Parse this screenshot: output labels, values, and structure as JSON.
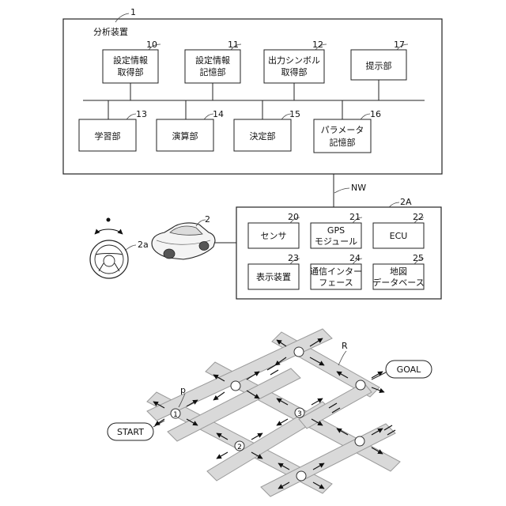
{
  "analysis_device": {
    "ref": "1",
    "title": "分析装置"
  },
  "units_top": [
    {
      "ref": "10",
      "lines": [
        "設定情報",
        "取得部"
      ]
    },
    {
      "ref": "11",
      "lines": [
        "設定情報",
        "記憶部"
      ]
    },
    {
      "ref": "12",
      "lines": [
        "出力シンボル",
        "取得部"
      ]
    },
    {
      "ref": "17",
      "lines": [
        "提示部"
      ]
    }
  ],
  "units_bottom": [
    {
      "ref": "13",
      "lines": [
        "学習部"
      ]
    },
    {
      "ref": "14",
      "lines": [
        "演算部"
      ]
    },
    {
      "ref": "15",
      "lines": [
        "決定部"
      ]
    },
    {
      "ref": "16",
      "lines": [
        "パラメータ",
        "記憶部"
      ]
    }
  ],
  "network": {
    "label": "NW"
  },
  "vehicle": {
    "ref": "2",
    "steering_ref": "2a",
    "onboard_ref": "2A"
  },
  "vehicle_units": [
    {
      "ref": "20",
      "lines": [
        "センサ"
      ]
    },
    {
      "ref": "21",
      "lines": [
        "GPS",
        "モジュール"
      ]
    },
    {
      "ref": "22",
      "lines": [
        "ECU"
      ]
    },
    {
      "ref": "23",
      "lines": [
        "表示装置"
      ]
    },
    {
      "ref": "24",
      "lines": [
        "通信インター",
        "フェース"
      ]
    },
    {
      "ref": "25",
      "lines": [
        "地図",
        "データベース"
      ]
    }
  ],
  "road_map": {
    "start_label": "START",
    "goal_label": "GOAL",
    "route_label": "R",
    "point_label": "p",
    "nodes": [
      "1",
      "2",
      "3"
    ]
  }
}
